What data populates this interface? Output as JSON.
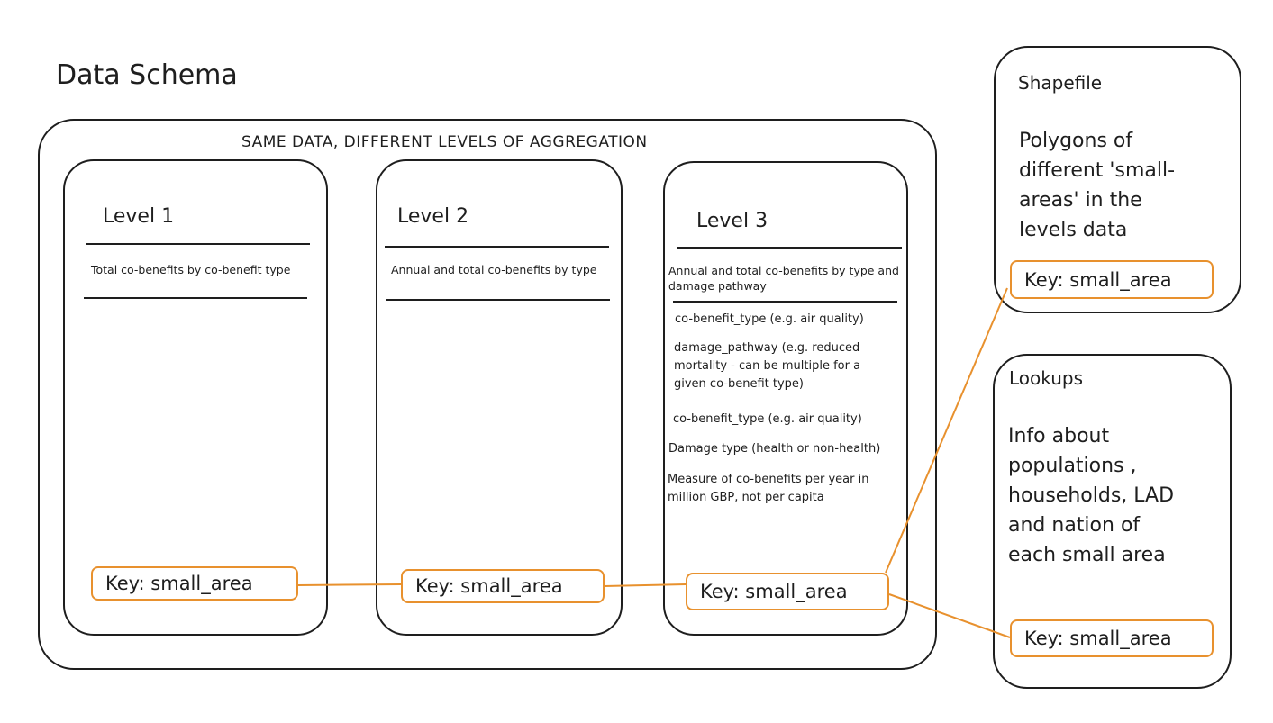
{
  "title": "Data Schema",
  "container": {
    "heading": "SAME DATA, DIFFERENT LEVELS OF AGGREGATION"
  },
  "levels": [
    {
      "title": "Level 1",
      "description": "Total co-benefits by co-benefit type",
      "fields": [],
      "key": "Key: small_area"
    },
    {
      "title": "Level 2",
      "description": "Annual and total co-benefits by type",
      "fields": [],
      "key": "Key: small_area"
    },
    {
      "title": "Level 3",
      "description": "Annual and total co-benefits by type and damage pathway",
      "fields": [
        "co-benefit_type (e.g. air quality)",
        "damage_pathway (e.g. reduced mortality - can be multiple for a given co-benefit type)",
        "co-benefit_type (e.g. air quality)",
        "Damage type (health or non-health)",
        "Measure of co-benefits per year in million GBP, not per capita"
      ],
      "key": "Key: small_area"
    }
  ],
  "shapefile": {
    "title": "Shapefile",
    "description": "Polygons of different 'small-areas' in the levels data",
    "key": "Key: small_area"
  },
  "lookups": {
    "title": "Lookups",
    "description": "Info about populations , households, LAD and nation of each small area",
    "key": "Key: small_area"
  },
  "colors": {
    "stroke": "#1e1e1e",
    "key_accent": "#e8912e",
    "background": "#ffffff"
  }
}
